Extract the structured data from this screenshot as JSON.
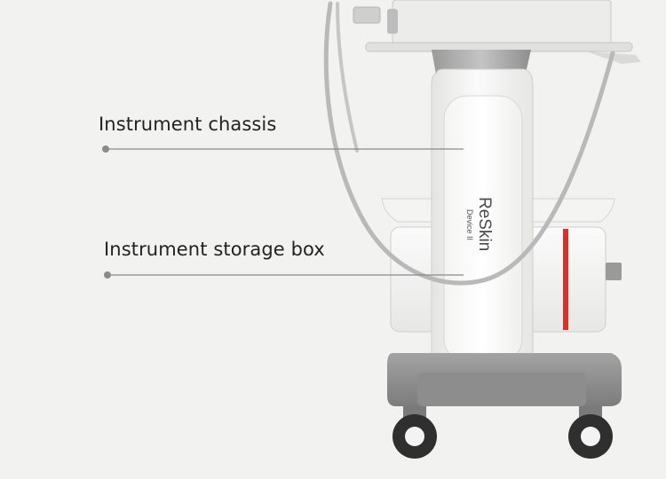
{
  "callouts": {
    "chassis": {
      "label": "Instrument chassis"
    },
    "storage": {
      "label": "Instrument storage box"
    }
  },
  "product": {
    "brand": "ReSkin",
    "model": "Device II"
  },
  "colors": {
    "background": "#f2f2f1",
    "body_white": "#f7f7f6",
    "base_gray": "#8e8e8e",
    "accent_red": "#d9302b",
    "leader_line": "#8a8a8a"
  }
}
